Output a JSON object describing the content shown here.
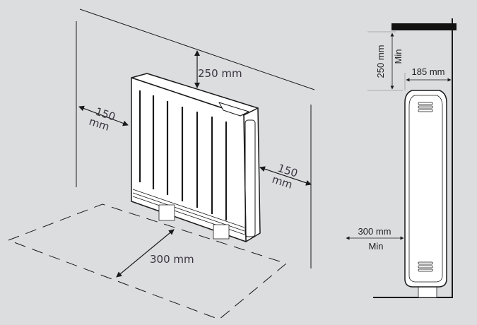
{
  "perspective_view": {
    "top_clearance": "250 mm",
    "left_clearance_value": "150",
    "left_clearance_unit": "mm",
    "right_clearance_value": "150",
    "right_clearance_unit": "mm",
    "front_clearance": "300 mm"
  },
  "side_view": {
    "top_clearance": "250 mm",
    "top_clearance_qualifier": "Min",
    "depth": "185 mm",
    "front_clearance": "300 mm",
    "front_clearance_qualifier": "Min"
  },
  "colors": {
    "background": "#dcdddf",
    "line": "#1a1a1a",
    "text": "#3a3540"
  }
}
